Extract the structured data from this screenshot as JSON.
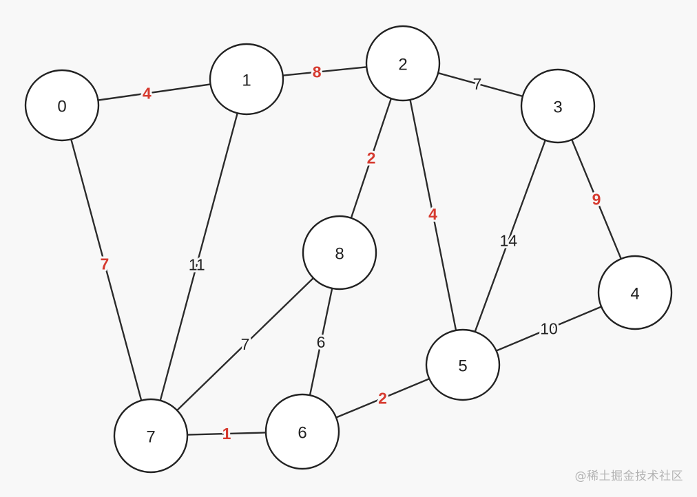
{
  "colors": {
    "mst_edge": "#d63a2f",
    "normal_edge": "#222222"
  },
  "graph": {
    "nodes": [
      {
        "id": "0",
        "label": "0"
      },
      {
        "id": "1",
        "label": "1"
      },
      {
        "id": "2",
        "label": "2"
      },
      {
        "id": "3",
        "label": "3"
      },
      {
        "id": "4",
        "label": "4"
      },
      {
        "id": "5",
        "label": "5"
      },
      {
        "id": "6",
        "label": "6"
      },
      {
        "id": "7",
        "label": "7"
      },
      {
        "id": "8",
        "label": "8"
      }
    ],
    "edges": [
      {
        "from": "0",
        "to": "1",
        "weight": "4",
        "highlight": true
      },
      {
        "from": "1",
        "to": "2",
        "weight": "8",
        "highlight": true
      },
      {
        "from": "2",
        "to": "3",
        "weight": "7",
        "highlight": false
      },
      {
        "from": "0",
        "to": "7",
        "weight": "7",
        "highlight": true
      },
      {
        "from": "1",
        "to": "7",
        "weight": "11",
        "highlight": false
      },
      {
        "from": "2",
        "to": "8",
        "weight": "2",
        "highlight": true
      },
      {
        "from": "2",
        "to": "5",
        "weight": "4",
        "highlight": true
      },
      {
        "from": "3",
        "to": "5",
        "weight": "14",
        "highlight": false
      },
      {
        "from": "3",
        "to": "4",
        "weight": "9",
        "highlight": true
      },
      {
        "from": "8",
        "to": "7",
        "weight": "7",
        "highlight": false
      },
      {
        "from": "8",
        "to": "6",
        "weight": "6",
        "highlight": false
      },
      {
        "from": "7",
        "to": "6",
        "weight": "1",
        "highlight": true
      },
      {
        "from": "6",
        "to": "5",
        "weight": "2",
        "highlight": true
      },
      {
        "from": "5",
        "to": "4",
        "weight": "10",
        "highlight": false
      }
    ]
  },
  "watermark": {
    "text": "@稀土掘金技术社区"
  }
}
